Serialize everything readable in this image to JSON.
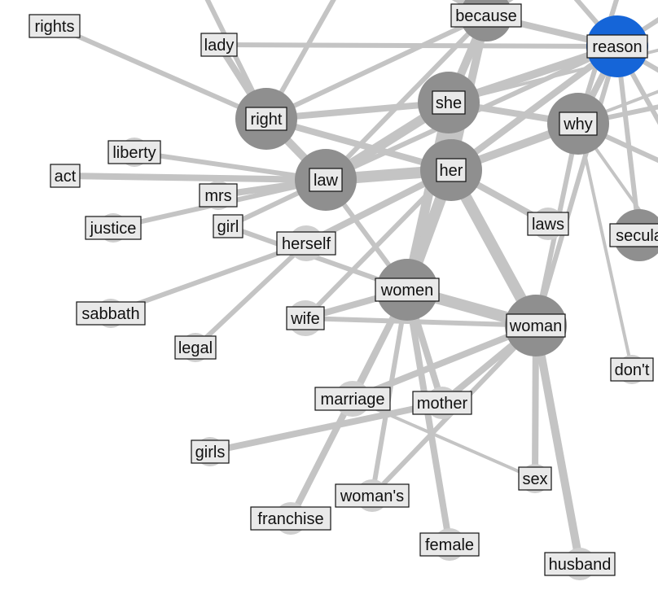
{
  "colors": {
    "highlight": "#1565d8",
    "hub": "#8f8f8f",
    "leaf": "#cfcfcf",
    "edge": "#c4c4c4",
    "label_fill": "#e9e9e9"
  },
  "nodes": [
    {
      "id": "rights",
      "label": "rights",
      "kind": "leaf"
    },
    {
      "id": "lady",
      "label": "lady",
      "kind": "leaf"
    },
    {
      "id": "because",
      "label": "because",
      "kind": "hub"
    },
    {
      "id": "reason",
      "label": "reason",
      "kind": "highlight"
    },
    {
      "id": "right",
      "label": "right",
      "kind": "hub"
    },
    {
      "id": "she",
      "label": "she",
      "kind": "hub"
    },
    {
      "id": "why",
      "label": "why",
      "kind": "hub"
    },
    {
      "id": "liberty",
      "label": "liberty",
      "kind": "leaf"
    },
    {
      "id": "act",
      "label": "act",
      "kind": "leaf"
    },
    {
      "id": "law",
      "label": "law",
      "kind": "hub"
    },
    {
      "id": "her",
      "label": "her",
      "kind": "hub"
    },
    {
      "id": "mrs",
      "label": "mrs",
      "kind": "leaf"
    },
    {
      "id": "justice",
      "label": "justice",
      "kind": "leaf"
    },
    {
      "id": "girl",
      "label": "girl",
      "kind": "leaf"
    },
    {
      "id": "laws",
      "label": "laws",
      "kind": "leaf"
    },
    {
      "id": "secular",
      "label": "secula",
      "kind": "hub"
    },
    {
      "id": "herself",
      "label": "herself",
      "kind": "leaf"
    },
    {
      "id": "women",
      "label": "women",
      "kind": "hub"
    },
    {
      "id": "sabbath",
      "label": "sabbath",
      "kind": "leaf"
    },
    {
      "id": "wife",
      "label": "wife",
      "kind": "leaf"
    },
    {
      "id": "woman",
      "label": "woman",
      "kind": "hub"
    },
    {
      "id": "legal",
      "label": "legal",
      "kind": "leaf"
    },
    {
      "id": "dont",
      "label": "don't",
      "kind": "leaf"
    },
    {
      "id": "marriage",
      "label": "marriage",
      "kind": "leaf"
    },
    {
      "id": "mother",
      "label": "mother",
      "kind": "leaf"
    },
    {
      "id": "girls",
      "label": "girls",
      "kind": "leaf"
    },
    {
      "id": "sex",
      "label": "sex",
      "kind": "leaf"
    },
    {
      "id": "womans",
      "label": "woman's",
      "kind": "leaf"
    },
    {
      "id": "franchise",
      "label": "franchise",
      "kind": "leaf"
    },
    {
      "id": "female",
      "label": "female",
      "kind": "leaf"
    },
    {
      "id": "husband",
      "label": "husband",
      "kind": "leaf"
    }
  ],
  "edges": [
    [
      "rights",
      "right",
      6
    ],
    [
      "lady",
      "right",
      8
    ],
    [
      "lady",
      "reason",
      6
    ],
    [
      "right",
      "law",
      10
    ],
    [
      "right",
      "her",
      8
    ],
    [
      "right",
      "she",
      8
    ],
    [
      "right",
      "because",
      6
    ],
    [
      "liberty",
      "law",
      6
    ],
    [
      "act",
      "law",
      8
    ],
    [
      "mrs",
      "law",
      8
    ],
    [
      "justice",
      "law",
      6
    ],
    [
      "girl",
      "law",
      6
    ],
    [
      "law",
      "her",
      14
    ],
    [
      "law",
      "she",
      12
    ],
    [
      "law",
      "women",
      6
    ],
    [
      "law",
      "reason",
      6
    ],
    [
      "law",
      "because",
      6
    ],
    [
      "she",
      "her",
      14
    ],
    [
      "she",
      "women",
      12
    ],
    [
      "she",
      "because",
      10
    ],
    [
      "she",
      "reason",
      10
    ],
    [
      "she",
      "why",
      8
    ],
    [
      "her",
      "women",
      14
    ],
    [
      "her",
      "woman",
      14
    ],
    [
      "her",
      "herself",
      8
    ],
    [
      "her",
      "laws",
      8
    ],
    [
      "her",
      "reason",
      8
    ],
    [
      "her",
      "why",
      10
    ],
    [
      "her",
      "wife",
      6
    ],
    [
      "her",
      "because",
      10
    ],
    [
      "women",
      "woman",
      14
    ],
    [
      "women",
      "wife",
      8
    ],
    [
      "women",
      "marriage",
      8
    ],
    [
      "women",
      "mother",
      8
    ],
    [
      "women",
      "womans",
      6
    ],
    [
      "women",
      "franchise",
      8
    ],
    [
      "women",
      "female",
      8
    ],
    [
      "women",
      "girl",
      6
    ],
    [
      "woman",
      "marriage",
      8
    ],
    [
      "woman",
      "mother",
      8
    ],
    [
      "woman",
      "sex",
      8
    ],
    [
      "woman",
      "husband",
      10
    ],
    [
      "woman",
      "womans",
      6
    ],
    [
      "woman",
      "why",
      6
    ],
    [
      "woman",
      "reason",
      6
    ],
    [
      "woman",
      "wife",
      6
    ],
    [
      "why",
      "reason",
      8
    ],
    [
      "why",
      "dont",
      4
    ],
    [
      "reason",
      "secular",
      6
    ],
    [
      "reason",
      "because",
      8
    ],
    [
      "sabbath",
      "herself",
      6
    ],
    [
      "legal",
      "herself",
      6
    ],
    [
      "girls",
      "mother",
      8
    ],
    [
      "marriage",
      "sex",
      4
    ]
  ]
}
